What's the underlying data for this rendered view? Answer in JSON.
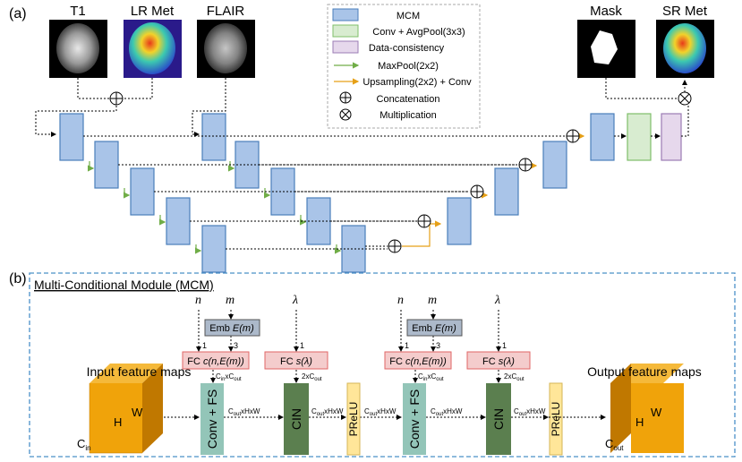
{
  "panel_a": {
    "label": "(a)",
    "inputs": [
      "T1",
      "LR Met",
      "FLAIR"
    ],
    "outputs": [
      "Mask",
      "SR Met"
    ]
  },
  "legend": {
    "items": [
      "MCM",
      "Conv + AvgPool(3x3)",
      "Data-consistency",
      "MaxPool(2x2)",
      "Upsampling(2x2) + Conv",
      "Concatenation",
      "Multiplication"
    ]
  },
  "panel_b": {
    "label": "(b)",
    "title": "Multi-Conditional Module (MCM)",
    "input_label": "Input feature maps",
    "output_label": "Output feature maps",
    "cube_in": {
      "w": "W",
      "h": "H",
      "c": "C",
      "c_sub": "in"
    },
    "cube_out": {
      "w": "W",
      "h": "H",
      "c": "C",
      "c_sub": "out"
    },
    "sym_n": "n",
    "sym_m": "m",
    "sym_lambda": "λ",
    "emb_text": "Emb ",
    "emb_func": "E(m)",
    "fc_c_text": "FC ",
    "fc_c_func": "c(n,E(m))",
    "fc_s_text": "FC ",
    "fc_s_func": "s(λ)",
    "num1": "1",
    "num3": "3",
    "conv_fs": "Conv + FS",
    "cin": "CIN",
    "prelu": "PReLU",
    "cin_x": "C",
    "cin_x_sub1": "in",
    "cin_x_mid": "xC",
    "cin_x_sub2": "out",
    "two_x": "2xC",
    "two_x_sub": "out",
    "hw": "C",
    "hw_sub": "out",
    "hw_tail": "xHxW"
  },
  "colors": {
    "mcm_fill": "#a9c4e8",
    "mcm_stroke": "#4a7ebb",
    "conv_fill": "#d8ecd0",
    "conv_stroke": "#7fbf6a",
    "dc_fill": "#e6d8ec",
    "dc_stroke": "#9b7cb5",
    "maxpool": "#70ad47",
    "upsample": "#e6a017",
    "emb_fill": "#acb9ca",
    "fc_fill": "#f4cccc",
    "fc_stroke": "#e06666",
    "convfs_fill": "#93c5b8",
    "cin_fill": "#5b7f4f",
    "prelu_fill": "#ffe699",
    "cube_front": "#f0a30a",
    "cube_side": "#c07800",
    "cube_top": "#f5b93a",
    "dash_border": "#4a90c8"
  }
}
